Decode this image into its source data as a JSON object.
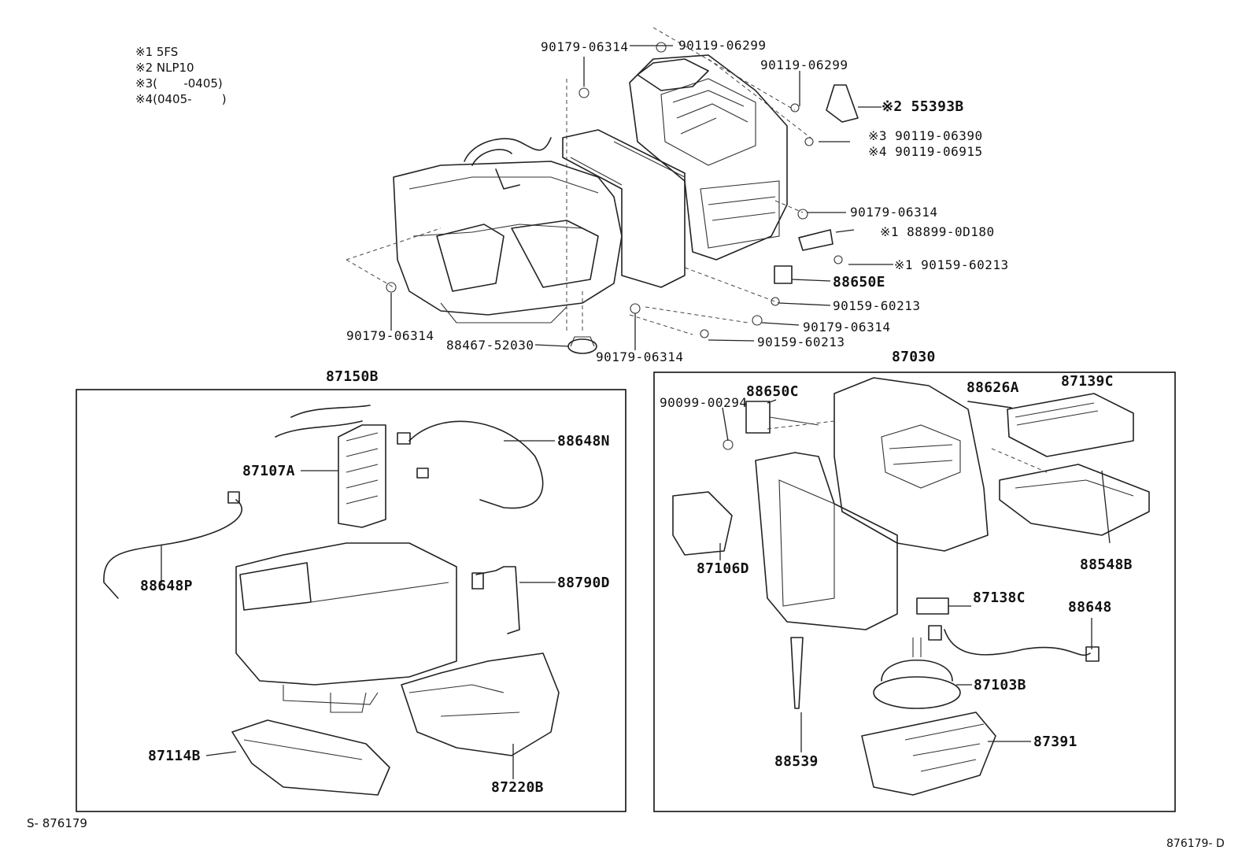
{
  "notes": [
    "※1 5FS",
    "※2 NLP10",
    "※3(       -0405)",
    "※4(0405-        )"
  ],
  "section_labels": {
    "left": "87150B",
    "right": "87030"
  },
  "footer": {
    "left": "S- 876179",
    "right": "876179- D"
  },
  "callouts": [
    "90179-06314",
    "90119-06299",
    "90119-06299",
    "※2 55393B",
    "※3  90119-06390",
    "※4  90119-06915",
    "90179-06314",
    "※1 88899-0D180",
    "※1 90159-60213",
    "88650E",
    "90159-60213",
    "90179-06314",
    "90159-60213",
    "90179-06314",
    "88467-52030",
    "90179-06314",
    "88648N",
    "87107A",
    "88648P",
    "88790D",
    "87114B",
    "87220B",
    "90099-00294",
    "88650C",
    "88626A",
    "87139C",
    "87106D",
    "88548B",
    "87138C",
    "88648",
    "87103B",
    "88539",
    "87391"
  ],
  "colors": {
    "ink": "#222222",
    "background": "#ffffff"
  }
}
